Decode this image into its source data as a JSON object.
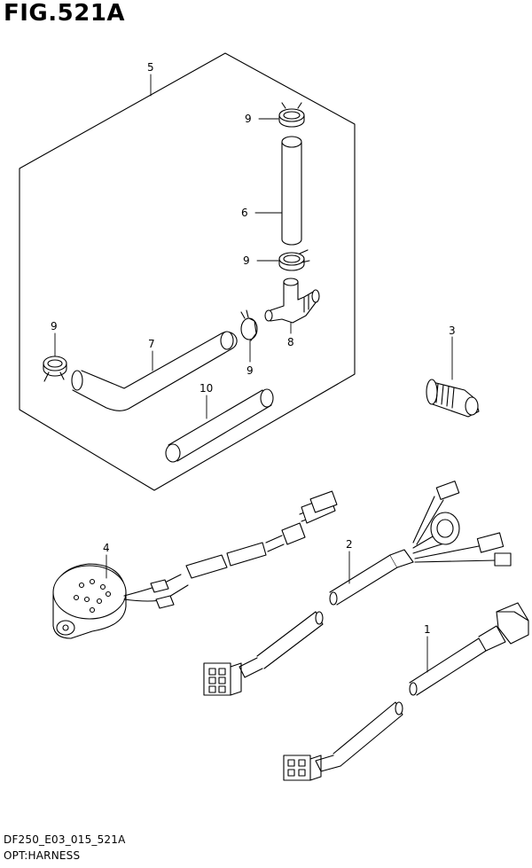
{
  "figure": {
    "title": "FIG.521A",
    "code": "DF250_E03_015_521A",
    "description": "OPT:HARNESS"
  },
  "callouts": [
    {
      "id": "5",
      "label": "5"
    },
    {
      "id": "9a",
      "label": "9"
    },
    {
      "id": "6",
      "label": "6"
    },
    {
      "id": "9b",
      "label": "9"
    },
    {
      "id": "8",
      "label": "8"
    },
    {
      "id": "9c",
      "label": "9"
    },
    {
      "id": "9d",
      "label": "9"
    },
    {
      "id": "7",
      "label": "7"
    },
    {
      "id": "10",
      "label": "10"
    },
    {
      "id": "3",
      "label": "3"
    },
    {
      "id": "4",
      "label": "4"
    },
    {
      "id": "2",
      "label": "2"
    },
    {
      "id": "1",
      "label": "1"
    }
  ]
}
